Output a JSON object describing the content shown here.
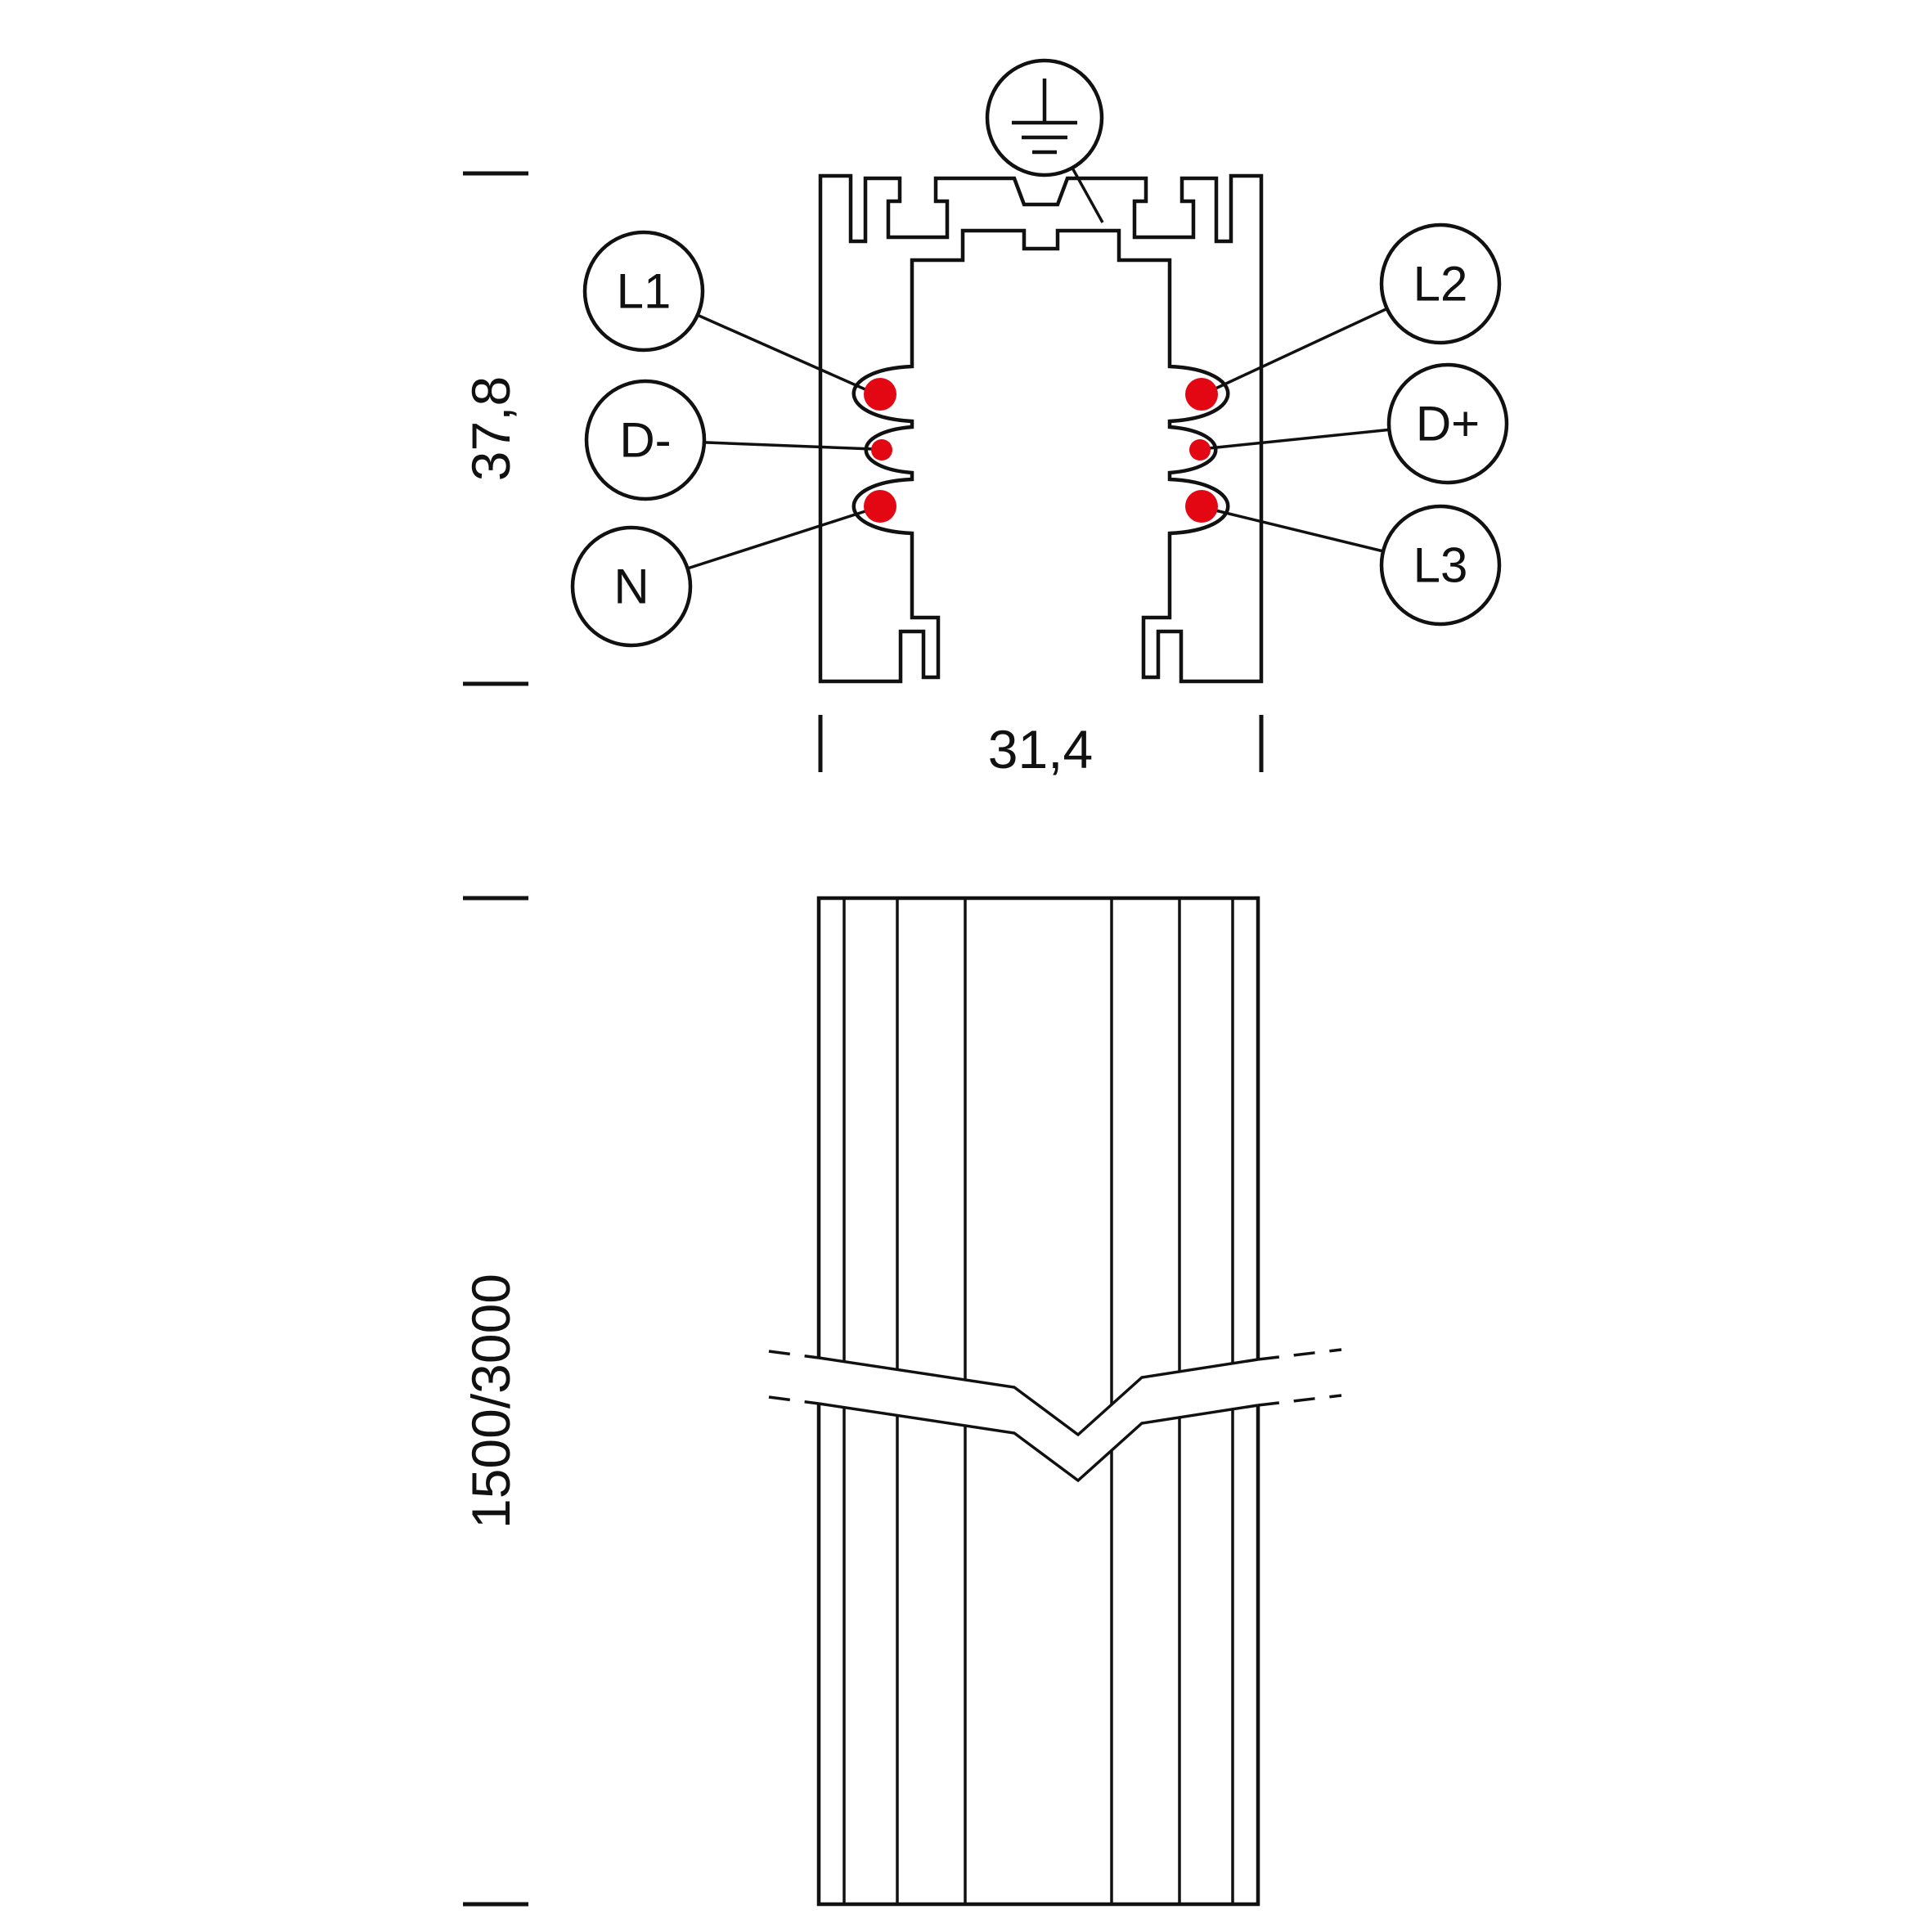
{
  "drawing": {
    "line_color": "#111111",
    "conductor_color": "#e30613",
    "cross_section": {
      "labels": {
        "l1": "L1",
        "d_minus": "D-",
        "n": "N",
        "l2": "L2",
        "d_plus": "D+",
        "l3": "L3"
      },
      "earth_icon": "protective-earth-ground-symbol",
      "dimension_height": "37,8",
      "dimension_width": "31,4"
    },
    "length_view": {
      "dimension_length": "1500/3000"
    }
  }
}
